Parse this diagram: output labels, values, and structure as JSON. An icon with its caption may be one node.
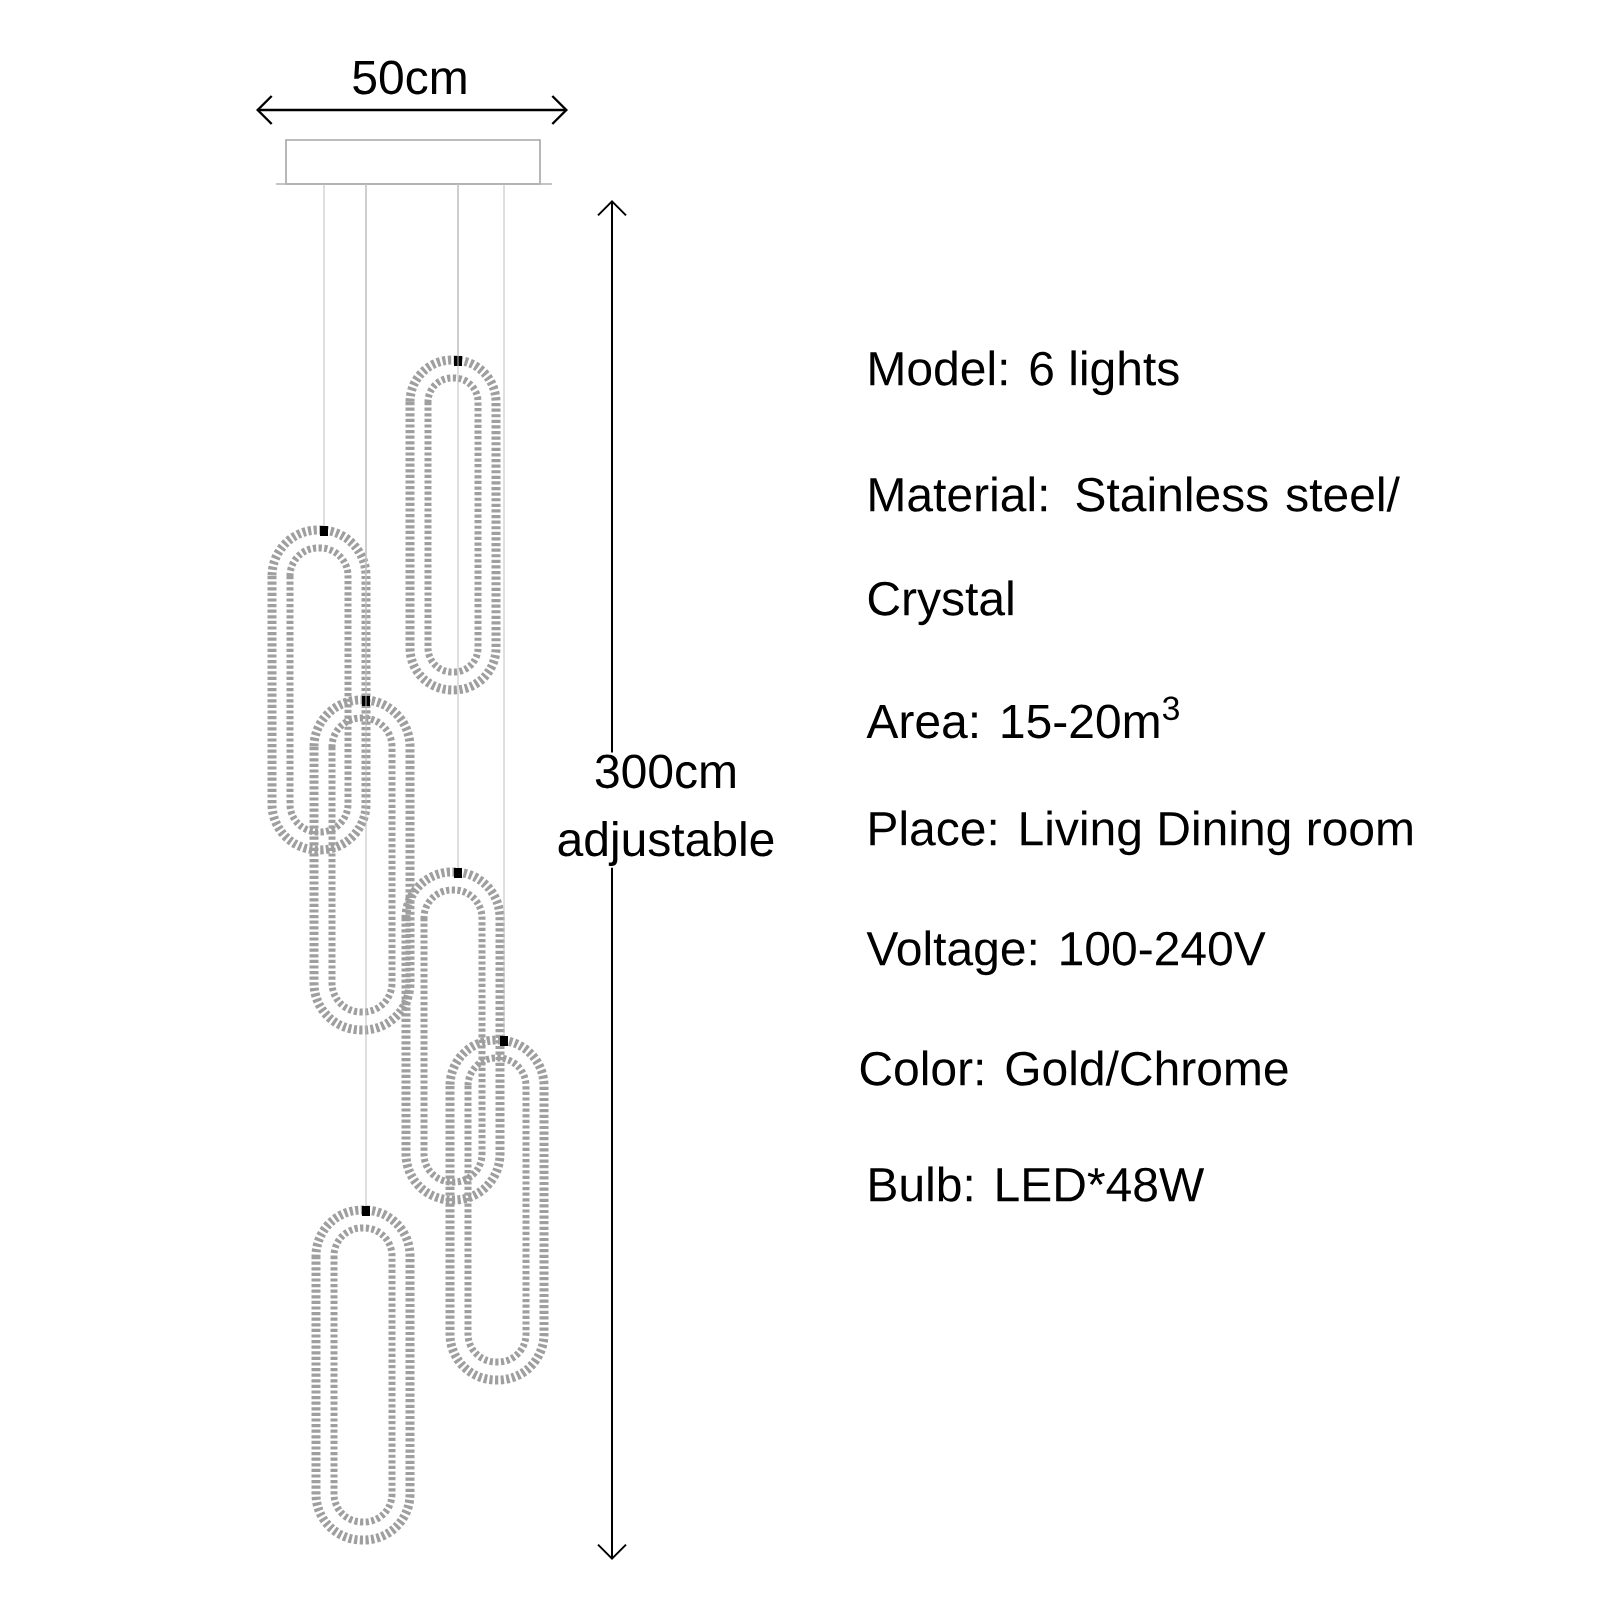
{
  "diagram": {
    "labels": [
      "50cm",
      "300cm adjustable",
      "Model: 6 lights",
      "Material:  Stainless steel/ Crystal",
      "Area:  15-20m$^{3}$",
      "Place:  Living Dining room",
      "Voltage:  100-240V",
      "Color:  Gold/Chrome",
      "Bulb:  LED*48W"
    ]
  }
}
